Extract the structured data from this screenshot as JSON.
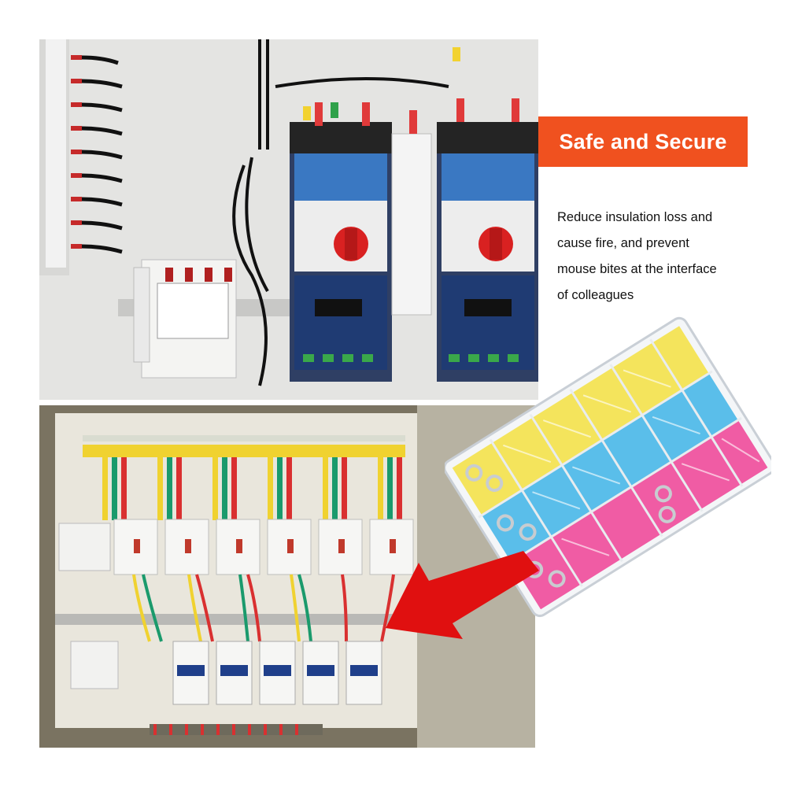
{
  "banner": {
    "title": "Safe and Secure"
  },
  "description": {
    "lines": [
      "Reduce insulation loss and",
      "cause fire, and prevent",
      "mouse bites at the interface",
      "of colleagues"
    ]
  },
  "colors": {
    "banner_background": "#f0511f",
    "banner_text": "#ffffff",
    "arrow": "#e01010",
    "terminal_yellow": "#f4e24a",
    "terminal_blue": "#49b8e8",
    "terminal_pink": "#f04b9a"
  }
}
